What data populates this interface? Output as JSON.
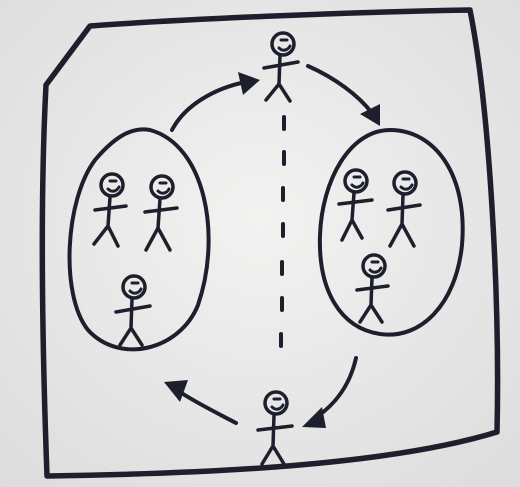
{
  "colors": {
    "paper": "#eeeeed",
    "paper_shade": "#dcdcdd",
    "ink": "#1d1f2c"
  },
  "diagram": {
    "groups": [
      {
        "id": "left-group",
        "member_count": 3
      },
      {
        "id": "right-group",
        "member_count": 3
      }
    ],
    "individuals": [
      {
        "id": "top-person"
      },
      {
        "id": "bottom-person"
      }
    ],
    "arrows": [
      {
        "id": "arrow-left-group-to-top-person",
        "from": "left-group",
        "to": "top-person"
      },
      {
        "id": "arrow-top-person-to-right-group",
        "from": "top-person",
        "to": "right-group"
      },
      {
        "id": "arrow-right-group-to-bottom-person",
        "from": "right-group",
        "to": "bottom-person"
      },
      {
        "id": "arrow-bottom-person-to-left-group",
        "from": "bottom-person",
        "to": "left-group"
      }
    ],
    "divider": {
      "style": "dashed"
    }
  }
}
